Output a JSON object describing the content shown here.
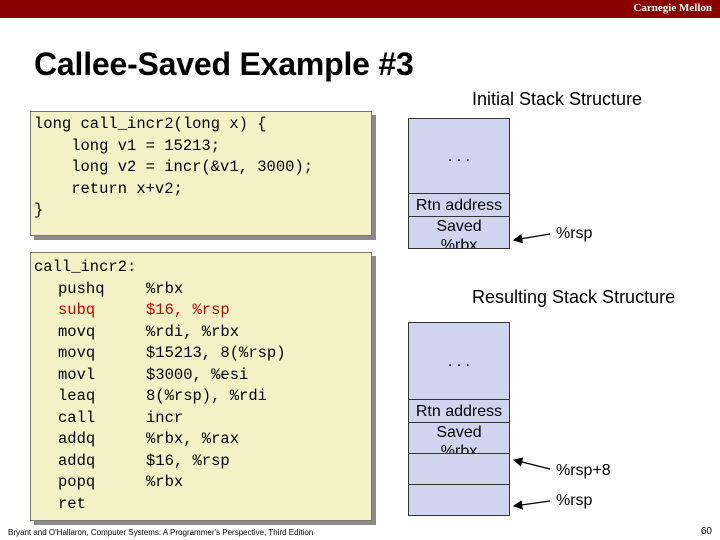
{
  "header": {
    "brand": "Carnegie Mellon",
    "bar_color": "#8b0000"
  },
  "slide": {
    "title": "Callee-Saved Example #3"
  },
  "c_code": [
    "long call_incr2(long x) {",
    "    long v1 = 15213;",
    "    long v2 = incr(&v1, 3000);",
    "    return x+v2;",
    "}"
  ],
  "asm": {
    "label": "call_incr2:",
    "lines": [
      {
        "op": "pushq",
        "args": "%rbx",
        "highlight": false
      },
      {
        "op": "subq",
        "args": "$16, %rsp",
        "highlight": true
      },
      {
        "op": "movq",
        "args": "%rdi, %rbx",
        "highlight": false
      },
      {
        "op": "movq",
        "args": "$15213, 8(%rsp)",
        "highlight": false
      },
      {
        "op": "movl",
        "args": "$3000, %esi",
        "highlight": false
      },
      {
        "op": "leaq",
        "args": "8(%rsp), %rdi",
        "highlight": false
      },
      {
        "op": "call",
        "args": "incr",
        "highlight": false
      },
      {
        "op": "addq",
        "args": "%rbx, %rax",
        "highlight": false
      },
      {
        "op": "addq",
        "args": "$16, %rsp",
        "highlight": false
      },
      {
        "op": "popq",
        "args": "%rbx",
        "highlight": false
      },
      {
        "op": "ret",
        "args": "",
        "highlight": false
      }
    ],
    "highlight_color": "#cc0000"
  },
  "initial_stack": {
    "title": "Initial Stack Structure",
    "cells": [
      ". . .",
      "Rtn address",
      "Saved\n%rbx"
    ],
    "pointer": "%rsp"
  },
  "resulting_stack": {
    "title": "Resulting Stack Structure",
    "cells": [
      ". . .",
      "Rtn address",
      "Saved\n%rbx",
      "",
      ""
    ],
    "pointers": [
      "%rsp+8",
      "%rsp"
    ]
  },
  "footer": {
    "citation": "Bryant and O'Hallaron, Computer Systems: A Programmer's Perspective, Third Edition",
    "page": "60"
  },
  "colors": {
    "code_bg": "#f5f1c6",
    "stack_cell": "#cfd4ef"
  }
}
